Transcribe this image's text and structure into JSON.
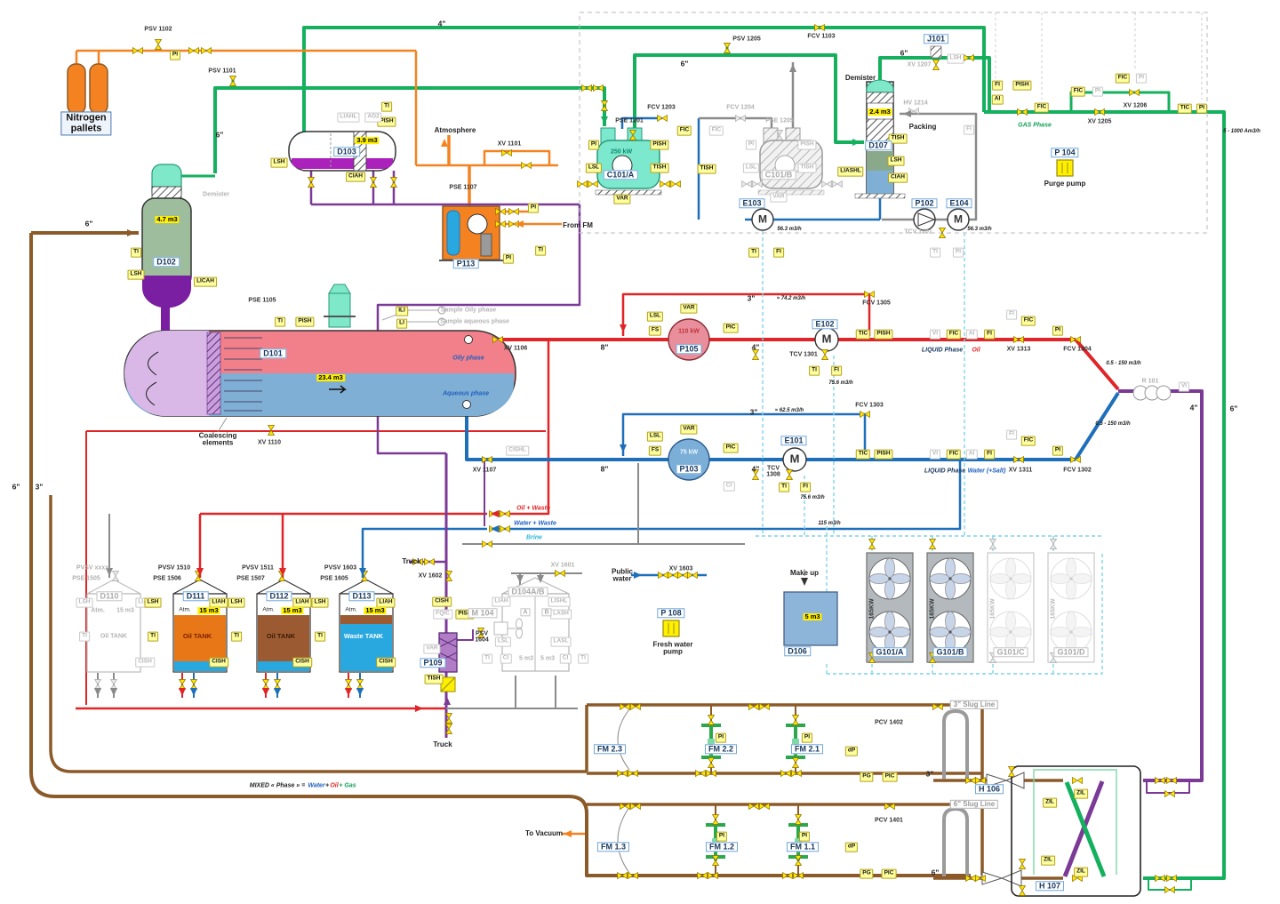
{
  "colors": {
    "gas_green": "#14b05e",
    "orange": "#f58220",
    "brown": "#8c5a28",
    "oil_red": "#e02427",
    "water_blue": "#1e6fba",
    "mixed_purple": "#7c3a97",
    "utility_gray": "#8a8a8a",
    "cooling_cyan": "#7fd4e8",
    "tag_yellow": "#ffff9e",
    "badge_yellow": "#ffef00"
  },
  "equipment_labels": [
    [
      "D103",
      390,
      171,
      0
    ],
    [
      "D102",
      187,
      295,
      0
    ],
    [
      "D101",
      307,
      398,
      0
    ],
    [
      "P113",
      524,
      297,
      0
    ],
    [
      "C101/A",
      698,
      197,
      0
    ],
    [
      "C101/B",
      876,
      197,
      1
    ],
    [
      "E103",
      846,
      229,
      0
    ],
    [
      "P102",
      1040,
      229,
      0
    ],
    [
      "E104",
      1079,
      229,
      0
    ],
    [
      "D107",
      988,
      164,
      0
    ],
    [
      "J101",
      1053,
      44,
      0
    ],
    [
      "P 104",
      1198,
      172,
      0
    ],
    [
      "P105",
      775,
      393,
      0
    ],
    [
      "E102",
      928,
      365,
      0
    ],
    [
      "P103",
      775,
      528,
      0
    ],
    [
      "E101",
      893,
      496,
      0
    ],
    [
      "D110",
      123,
      671,
      1
    ],
    [
      "D111",
      220,
      671,
      0
    ],
    [
      "D112",
      314,
      671,
      0
    ],
    [
      "D113",
      407,
      671,
      0
    ],
    [
      "D104A/B",
      594,
      666,
      1
    ],
    [
      "M 104",
      543,
      690,
      1
    ],
    [
      "P109",
      487,
      746,
      0
    ],
    [
      "P 108",
      755,
      690,
      0
    ],
    [
      "D106",
      897,
      733,
      0
    ],
    [
      "G101/A",
      1001,
      734,
      0
    ],
    [
      "G101/B",
      1069,
      734,
      0
    ],
    [
      "G101/C",
      1137,
      734,
      1
    ],
    [
      "G101/D",
      1205,
      734,
      1
    ],
    [
      "FM 2.3",
      686,
      843,
      0
    ],
    [
      "FM 2.2",
      811,
      843,
      0
    ],
    [
      "FM 2.1",
      908,
      843,
      0
    ],
    [
      "FM 1.3",
      690,
      953,
      0
    ],
    [
      "FM 1.2",
      812,
      953,
      0
    ],
    [
      "FM 1.1",
      903,
      953,
      0
    ],
    [
      "H 106",
      1113,
      888,
      0
    ],
    [
      "H 107",
      1181,
      997,
      0
    ]
  ],
  "sub_labels": [
    [
      "A",
      591,
      689
    ],
    [
      "B",
      615,
      689
    ]
  ],
  "badges": [
    [
      "4.7 m3",
      188,
      247
    ],
    [
      "3.9 m3",
      413,
      158
    ],
    [
      "23.4 m3",
      372,
      425
    ],
    [
      "2.4 m3",
      990,
      126
    ],
    [
      "15 m3",
      235,
      687
    ],
    [
      "15 m3",
      329,
      687
    ],
    [
      "15 m3",
      422,
      687
    ],
    [
      "5 m3",
      914,
      694
    ]
  ],
  "tags": [
    [
      "PI",
      197,
      62,
      0
    ],
    [
      "TI",
      435,
      120,
      0
    ],
    [
      "PISH",
      435,
      137,
      0
    ],
    [
      "LIAHL",
      392,
      132,
      1
    ],
    [
      "AO2",
      420,
      132,
      1
    ],
    [
      "LSH",
      314,
      183,
      0
    ],
    [
      "CIAH",
      400,
      199,
      0
    ],
    [
      "TI",
      153,
      284,
      0
    ],
    [
      "LSH",
      153,
      309,
      0
    ],
    [
      "LICAH",
      231,
      317,
      0
    ],
    [
      "TI",
      315,
      362,
      0
    ],
    [
      "PISH",
      343,
      362,
      0
    ],
    [
      "ILI",
      452,
      350,
      0
    ],
    [
      "LI",
      452,
      364,
      0
    ],
    [
      "PI",
      572,
      291,
      0
    ],
    [
      "TI",
      608,
      282,
      0
    ],
    [
      "PI",
      600,
      234,
      0
    ],
    [
      "PI",
      668,
      163,
      0
    ],
    [
      "PISH",
      742,
      163,
      0
    ],
    [
      "LSL",
      668,
      189,
      0
    ],
    [
      "TISH",
      742,
      189,
      0
    ],
    [
      "TISH",
      795,
      190,
      0
    ],
    [
      "VAR",
      700,
      224,
      0
    ],
    [
      "FIC",
      770,
      147,
      0
    ],
    [
      "FIC",
      806,
      147,
      1
    ],
    [
      "PI",
      845,
      163,
      1
    ],
    [
      "PISH",
      908,
      163,
      1
    ],
    [
      "LSL",
      845,
      189,
      1
    ],
    [
      "TISH",
      908,
      189,
      1
    ],
    [
      "VAR",
      876,
      222,
      1
    ],
    [
      "TI",
      848,
      284,
      0
    ],
    [
      "FI",
      876,
      284,
      0
    ],
    [
      "TI",
      1052,
      284,
      1
    ],
    [
      "PI",
      1078,
      284,
      1
    ],
    [
      "LIASHL",
      957,
      193,
      0
    ],
    [
      "TISH",
      1010,
      156,
      0
    ],
    [
      "LSH",
      1008,
      181,
      0
    ],
    [
      "CIAH",
      1010,
      200,
      0
    ],
    [
      "LSH",
      1075,
      66,
      1
    ],
    [
      "FI",
      1090,
      146,
      1
    ],
    [
      "FI",
      1122,
      96,
      0
    ],
    [
      "PISH",
      1150,
      96,
      0
    ],
    [
      "AI",
      1122,
      112,
      0
    ],
    [
      "FIC",
      1172,
      121,
      0
    ],
    [
      "FIC",
      1213,
      103,
      0
    ],
    [
      "PI",
      1235,
      103,
      1
    ],
    [
      "FIC",
      1263,
      88,
      0
    ],
    [
      "PI",
      1284,
      88,
      1
    ],
    [
      "TIC",
      1333,
      122,
      0
    ],
    [
      "PI",
      1352,
      122,
      0
    ],
    [
      "LSL",
      737,
      356,
      0
    ],
    [
      "FS",
      737,
      372,
      0
    ],
    [
      "VAR",
      775,
      347,
      0
    ],
    [
      "PIC",
      822,
      369,
      0
    ],
    [
      "TIC",
      971,
      376,
      0
    ],
    [
      "PISH",
      994,
      376,
      0
    ],
    [
      "VI",
      1052,
      376,
      1
    ],
    [
      "FIC",
      1073,
      376,
      0
    ],
    [
      "AI",
      1093,
      376,
      1
    ],
    [
      "FI",
      1113,
      376,
      0
    ],
    [
      "TI",
      916,
      417,
      0
    ],
    [
      "FI",
      941,
      417,
      0
    ],
    [
      "FI",
      1138,
      354,
      1
    ],
    [
      "FIC",
      1157,
      361,
      0
    ],
    [
      "PI",
      1190,
      372,
      0
    ],
    [
      "LSL",
      737,
      491,
      0
    ],
    [
      "FS",
      737,
      507,
      0
    ],
    [
      "VAR",
      775,
      483,
      0
    ],
    [
      "PIC",
      822,
      504,
      0
    ],
    [
      "CI",
      820,
      547,
      1
    ],
    [
      "TIC",
      971,
      511,
      0
    ],
    [
      "PISH",
      994,
      511,
      0
    ],
    [
      "VI",
      1052,
      511,
      1
    ],
    [
      "FIC",
      1073,
      511,
      0
    ],
    [
      "AI",
      1093,
      511,
      1
    ],
    [
      "FI",
      1113,
      511,
      0
    ],
    [
      "TI",
      882,
      548,
      0
    ],
    [
      "FI",
      906,
      548,
      0
    ],
    [
      "FI",
      1138,
      489,
      1
    ],
    [
      "FIC",
      1157,
      496,
      0
    ],
    [
      "PI",
      1190,
      507,
      0
    ],
    [
      "VI",
      1332,
      435,
      1
    ],
    [
      "CISHL",
      582,
      507,
      1
    ],
    [
      "LSH",
      95,
      678,
      1
    ],
    [
      "LIAH",
      163,
      678,
      1
    ],
    [
      "TI",
      95,
      716,
      1
    ],
    [
      "CISH",
      163,
      745,
      1
    ],
    [
      "LSH",
      172,
      678,
      0
    ],
    [
      "LIAH",
      246,
      678,
      0
    ],
    [
      "TI",
      172,
      716,
      0
    ],
    [
      "CISH",
      246,
      745,
      0
    ],
    [
      "LSH",
      266,
      678,
      0
    ],
    [
      "LIAH",
      340,
      678,
      0
    ],
    [
      "TI",
      266,
      716,
      0
    ],
    [
      "CISH",
      340,
      745,
      0
    ],
    [
      "LSH",
      360,
      678,
      0
    ],
    [
      "LIAH",
      434,
      678,
      0
    ],
    [
      "TI",
      360,
      716,
      0
    ],
    [
      "CISH",
      434,
      745,
      0
    ],
    [
      "CISH",
      497,
      677,
      0
    ],
    [
      "FQIC",
      498,
      691,
      1
    ],
    [
      "PISH",
      523,
      691,
      0
    ],
    [
      "VAR",
      486,
      730,
      1
    ],
    [
      "TISH",
      488,
      764,
      0
    ],
    [
      "LIAH",
      564,
      677,
      1
    ],
    [
      "LISHL",
      629,
      677,
      1
    ],
    [
      "LASH",
      631,
      691,
      1
    ],
    [
      "LSL",
      566,
      722,
      1
    ],
    [
      "LASL",
      631,
      722,
      1
    ],
    [
      "TI",
      548,
      741,
      1
    ],
    [
      "CI",
      569,
      741,
      1
    ],
    [
      "CI",
      636,
      741,
      1
    ],
    [
      "TI",
      656,
      741,
      1
    ],
    [
      "PI",
      811,
      830,
      0
    ],
    [
      "PI",
      908,
      830,
      0
    ],
    [
      "dP",
      958,
      845,
      0
    ],
    [
      "PG",
      975,
      874,
      0
    ],
    [
      "PIC",
      1001,
      874,
      0
    ],
    [
      "PI",
      812,
      941,
      0
    ],
    [
      "PI",
      905,
      941,
      0
    ],
    [
      "dP",
      958,
      953,
      0
    ],
    [
      "PG",
      975,
      983,
      0
    ],
    [
      "PIC",
      1000,
      983,
      0
    ],
    [
      "ZIL",
      1181,
      903,
      0
    ],
    [
      "ZIL",
      1216,
      893,
      0
    ],
    [
      "ZIL",
      1179,
      968,
      0
    ],
    [
      "ZIL",
      1216,
      981,
      0
    ]
  ],
  "labels": [
    [
      "Nitrogen\npallets",
      97,
      139,
      "namebox"
    ],
    [
      "PSV 1102",
      178,
      33,
      "vl"
    ],
    [
      "PSV 1101",
      250,
      80,
      "vl"
    ],
    [
      "6\"",
      247,
      152,
      "sz"
    ],
    [
      "6\"",
      100,
      252,
      "sz"
    ],
    [
      "4\"",
      497,
      27,
      "sz"
    ],
    [
      "6\"",
      770,
      72,
      "sz"
    ],
    [
      "6\"",
      1017,
      60,
      "sz"
    ],
    [
      "8\"",
      680,
      391,
      "sz"
    ],
    [
      "4\"",
      850,
      391,
      "sz"
    ],
    [
      "3\"",
      845,
      336,
      "sz"
    ],
    [
      "8\"",
      680,
      528,
      "sz"
    ],
    [
      "4\"",
      850,
      528,
      "sz"
    ],
    [
      "3\"",
      848,
      464,
      "sz"
    ],
    [
      "4\"",
      1343,
      459,
      "sz"
    ],
    [
      "6\"",
      1388,
      460,
      "sz"
    ],
    [
      "3\"",
      1046,
      871,
      "sz"
    ],
    [
      "6\"",
      1052,
      982,
      "sz"
    ],
    [
      "3\"",
      44,
      548,
      "sz"
    ],
    [
      "6\"",
      18,
      548,
      "sz"
    ],
    [
      "Atmosphere",
      512,
      147,
      "name"
    ],
    [
      "XV 1101",
      573,
      162,
      "vl"
    ],
    [
      "PSE 1107",
      521,
      211,
      "vl"
    ],
    [
      "From FM",
      650,
      254,
      "name"
    ],
    [
      "PSE 1105",
      295,
      338,
      "vl"
    ],
    [
      "Demister",
      243,
      219,
      "ghostname"
    ],
    [
      "Demister",
      968,
      88,
      "name"
    ],
    [
      "Packing",
      1038,
      143,
      "name"
    ],
    [
      "HV 1214",
      1030,
      116,
      "vlg"
    ],
    [
      "XV 1207",
      1034,
      73,
      "vlg"
    ],
    [
      "PSV 1205",
      840,
      44,
      "vl"
    ],
    [
      "FCV 1103",
      924,
      41,
      "vl"
    ],
    [
      "FCV 1203",
      744,
      121,
      "vl"
    ],
    [
      "FCV 1204",
      833,
      121,
      "vlg"
    ],
    [
      "PSE 1201",
      708,
      136,
      "vl"
    ],
    [
      "PSE 1205",
      877,
      136,
      "vlg"
    ],
    [
      "XV 1205",
      1237,
      137,
      "vl"
    ],
    [
      "XV 1206",
      1277,
      119,
      "vl"
    ],
    [
      "5 - 1000 Am3/h",
      1397,
      148,
      "flow"
    ],
    [
      "GAS Phase",
      1164,
      141,
      "it-green"
    ],
    [
      "TCV 1201",
      1033,
      261,
      "vlg"
    ],
    [
      "56.3 m3/h",
      888,
      258,
      "flow"
    ],
    [
      "56.3 m3/h",
      1102,
      258,
      "flow"
    ],
    [
      "Sample Oily phase",
      527,
      349,
      "ghostname"
    ],
    [
      "Sample aqueous phase",
      534,
      362,
      "ghostname"
    ],
    [
      "Oily phase",
      527,
      403,
      "it-blue"
    ],
    [
      "Aqueous phase",
      524,
      443,
      "it-blue"
    ],
    [
      "Coalescing\nelements",
      245,
      495,
      "name"
    ],
    [
      "XV 1110",
      303,
      498,
      "vl"
    ],
    [
      "XV 1106",
      580,
      392,
      "vl"
    ],
    [
      "XV 1107",
      545,
      529,
      "vl"
    ],
    [
      "≈ 74.2 m3/h",
      890,
      336,
      "flow"
    ],
    [
      "FCV 1305",
      986,
      341,
      "vl"
    ],
    [
      "TCV 1301",
      904,
      399,
      "vl"
    ],
    [
      "75.6 m3/h",
      946,
      431,
      "flow"
    ],
    [
      "XV 1313",
      1146,
      393,
      "vl"
    ],
    [
      "FCV 1304",
      1212,
      393,
      "vl"
    ],
    [
      "0.5 - 150 m3/h",
      1264,
      409,
      "flow"
    ],
    [
      "LIQUID Phase",
      1060,
      394,
      "it-navy"
    ],
    [
      "Oil",
      1098,
      394,
      "it-red"
    ],
    [
      "≈ 62.5 m3/h",
      888,
      462,
      "flow"
    ],
    [
      "FCV 1303",
      978,
      456,
      "vl"
    ],
    [
      "TCV\n1308",
      870,
      531,
      "vl"
    ],
    [
      "75.6 m3/h",
      914,
      560,
      "flow"
    ],
    [
      "XV 1311",
      1148,
      529,
      "vl"
    ],
    [
      "FCV 1302",
      1212,
      529,
      "vl"
    ],
    [
      "0.5 - 150 m3/h",
      1252,
      477,
      "flow"
    ],
    [
      "LIQUID Phase",
      1063,
      530,
      "it-navy"
    ],
    [
      "Water (+Salt)",
      1110,
      530,
      "it-blue"
    ],
    [
      "Oil + Waste",
      600,
      572,
      "it-red"
    ],
    [
      "Water + Waste",
      602,
      589,
      "it-blue"
    ],
    [
      "Brine",
      601,
      605,
      "it-cyan"
    ],
    [
      "115 m3/h",
      933,
      589,
      "flow"
    ],
    [
      "Make up",
      905,
      645,
      "name"
    ],
    [
      "PVSV xxxx",
      104,
      639,
      "vlg"
    ],
    [
      "PSE 1505",
      97,
      651,
      "vlg"
    ],
    [
      "PVSV 1510",
      196,
      639,
      "vl"
    ],
    [
      "PSE 1506",
      188,
      651,
      "vl"
    ],
    [
      "PVSV 1511",
      290,
      639,
      "vl"
    ],
    [
      "PSE 1507",
      282,
      651,
      "vl"
    ],
    [
      "PVSV 1603",
      383,
      639,
      "vl"
    ],
    [
      "PSE 1605",
      376,
      651,
      "vl"
    ],
    [
      "Truck",
      463,
      632,
      "name"
    ],
    [
      "Truck",
      498,
      838,
      "name"
    ],
    [
      "Atm.",
      110,
      687,
      "ghostname"
    ],
    [
      "15 m3",
      141,
      687,
      "ghostname"
    ],
    [
      "Oil TANK",
      128,
      716,
      "ghostname"
    ],
    [
      "Atm.",
      208,
      687,
      "tiny"
    ],
    [
      "Atm.",
      302,
      687,
      "tiny"
    ],
    [
      "Atm.",
      395,
      687,
      "tiny"
    ],
    [
      "Oil TANK",
      222,
      716,
      "tank-red"
    ],
    [
      "Oil TANK",
      316,
      716,
      "tank-dark"
    ],
    [
      "Waste TANK",
      409,
      716,
      "tank-white"
    ],
    [
      "XV 1602",
      484,
      648,
      "vl"
    ],
    [
      "PSV\n1604",
      542,
      717,
      "vl"
    ],
    [
      "XV 1601",
      633,
      636,
      "vlg"
    ],
    [
      "Public\nwater",
      700,
      648,
      "name"
    ],
    [
      "XV 1603",
      766,
      640,
      "vl"
    ],
    [
      "Fresh water\npump",
      757,
      730,
      "name"
    ],
    [
      "Purge pump",
      1198,
      207,
      "name"
    ],
    [
      "250 kW",
      699,
      171,
      "kw-teal"
    ],
    [
      "110 kW",
      775,
      373,
      "kw-red"
    ],
    [
      "75 kW",
      775,
      509,
      "kw-white"
    ],
    [
      "165KW",
      981,
      685,
      "rot"
    ],
    [
      "165KW",
      1049,
      685,
      "rot"
    ],
    [
      "165KW",
      1117,
      685,
      "rotg"
    ],
    [
      "165KW",
      1185,
      685,
      "rotg"
    ],
    [
      "PCV 1402",
      1000,
      813,
      "vl"
    ],
    [
      "PCV 1401",
      1000,
      923,
      "vl"
    ],
    [
      "To Vacuum",
      612,
      938,
      "name"
    ],
    [
      "MIXED « Phase » =",
      312,
      884,
      "it-dark"
    ],
    [
      "Water",
      356,
      884,
      "it-blue"
    ],
    [
      "+",
      368,
      884,
      "it-dark"
    ],
    [
      "Oil",
      376,
      884,
      "it-red"
    ],
    [
      "+ Gas",
      391,
      884,
      "it-green"
    ],
    [
      "R 101",
      1294,
      429,
      "vlg"
    ],
    [
      "5 m3",
      592,
      741,
      "ghostname"
    ],
    [
      "5 m3",
      616,
      741,
      "ghostname"
    ],
    [
      "3\" Slug Line",
      1096,
      793,
      "slug"
    ],
    [
      "6\" Slug Line",
      1096,
      905,
      "slug"
    ]
  ]
}
